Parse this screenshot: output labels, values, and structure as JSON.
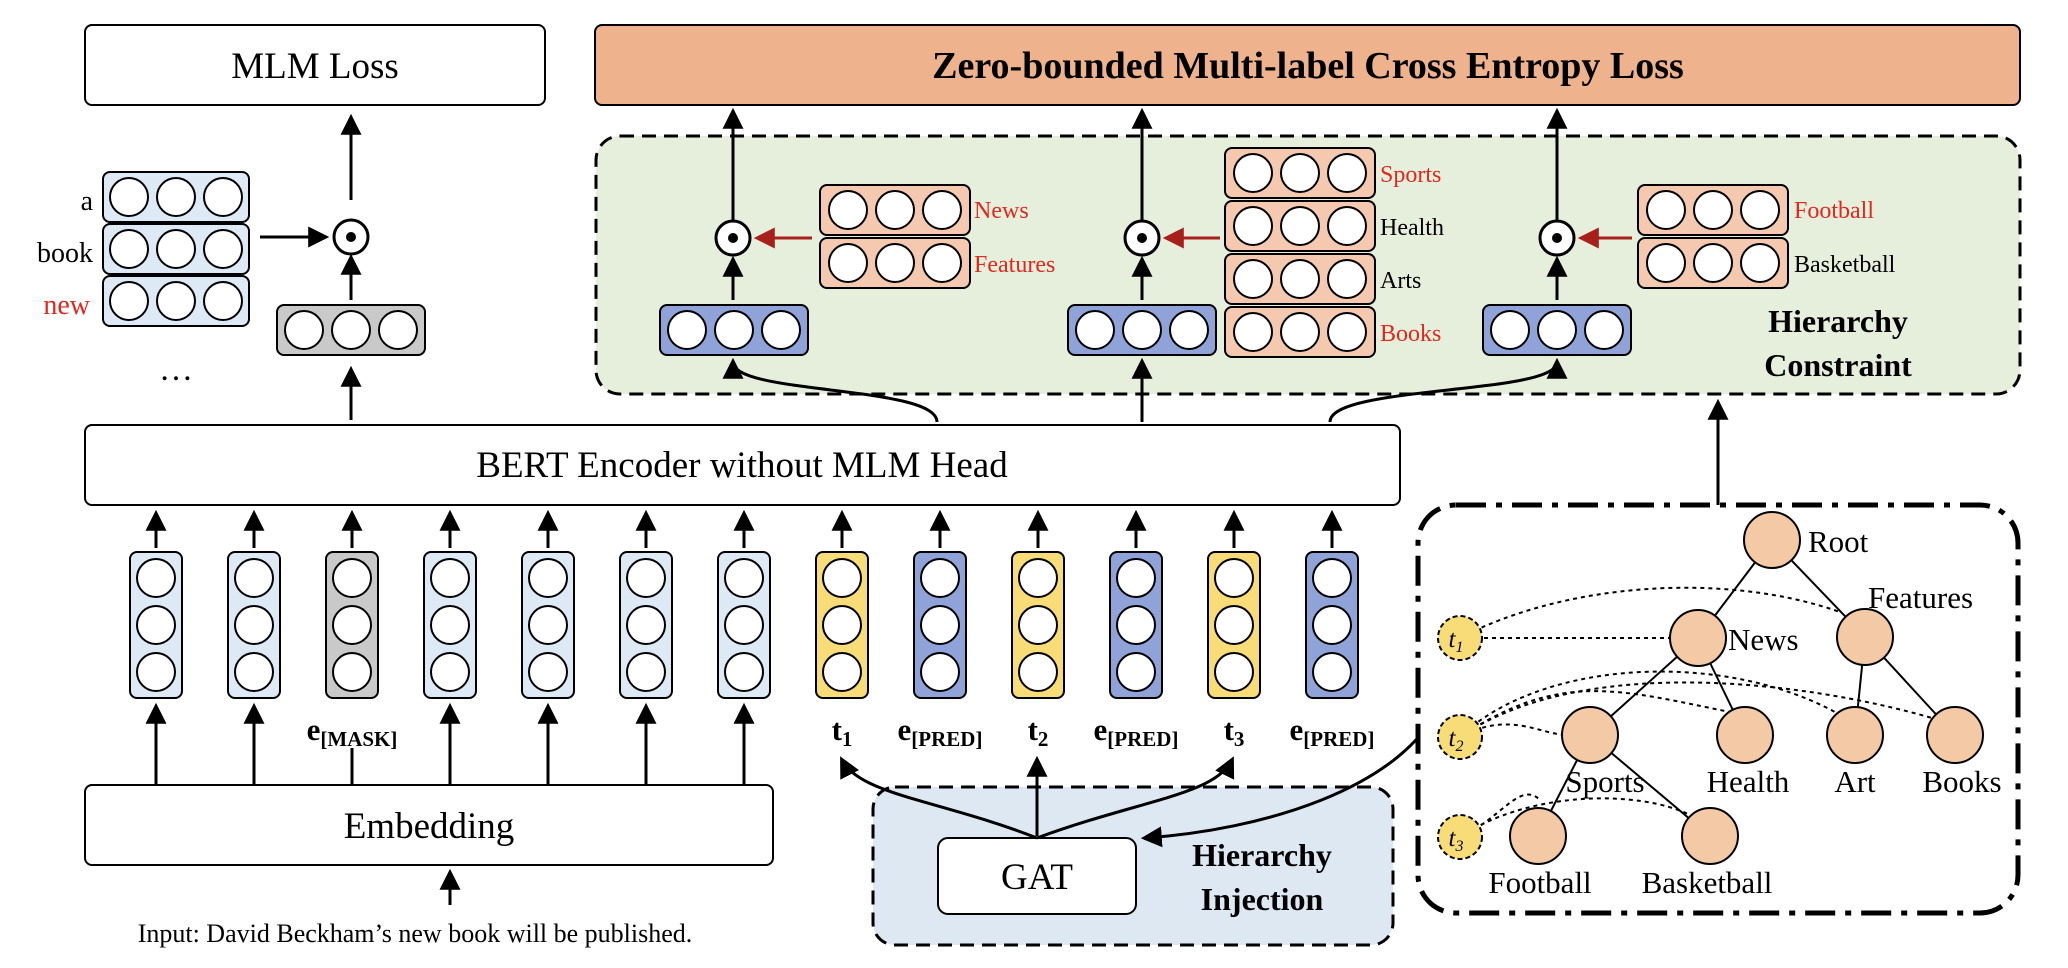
{
  "colors": {
    "light_blue": "#dde9f5",
    "blue": "#8fa3d8",
    "yellow": "#f8dc78",
    "gray": "#c9c9c9",
    "orange": "#eeb28c",
    "peach": "#f4c9af",
    "node": "#f3c9a6",
    "green_bg": "#e6efdb",
    "injection_bg": "#dde8f3",
    "label_red": "#e0281e",
    "arrow_red": "#a8201c"
  },
  "mlm": {
    "loss": "MLM Loss",
    "words": [
      "a",
      "book",
      "new"
    ],
    "ellipsis": "…"
  },
  "top_loss": "Zero-bounded Multi-label Cross Entropy Loss",
  "encoder": "BERT Encoder without MLM Head",
  "embedding": "Embedding",
  "input": "Input: David Beckham’s new book will be published.",
  "token_labels": [
    {
      "main": "e",
      "sub": "[MASK]"
    },
    {
      "main": "t",
      "sub": "1"
    },
    {
      "main": "e",
      "sub": "[PRED]"
    },
    {
      "main": "t",
      "sub": "2"
    },
    {
      "main": "e",
      "sub": "[PRED]"
    },
    {
      "main": "t",
      "sub": "3"
    },
    {
      "main": "e",
      "sub": "[PRED]"
    }
  ],
  "constraint": {
    "title_line1": "Hierarchy",
    "title_line2": "Constraint",
    "groups": [
      [
        "News",
        "Features"
      ],
      [
        "Sports",
        "Health",
        "Arts",
        "Books"
      ],
      [
        "Football",
        "Basketball"
      ]
    ]
  },
  "injection": {
    "gat": "GAT",
    "title_line1": "Hierarchy",
    "title_line2": "Injection"
  },
  "tree": {
    "root": "Root",
    "news": "News",
    "features": "Features",
    "sports": "Sports",
    "health": "Health",
    "art": "Art",
    "books": "Books",
    "football": "Football",
    "basketball": "Basketball",
    "t_labels": [
      {
        "main": "t",
        "sub": "1"
      },
      {
        "main": "t",
        "sub": "2"
      },
      {
        "main": "t",
        "sub": "3"
      }
    ]
  }
}
